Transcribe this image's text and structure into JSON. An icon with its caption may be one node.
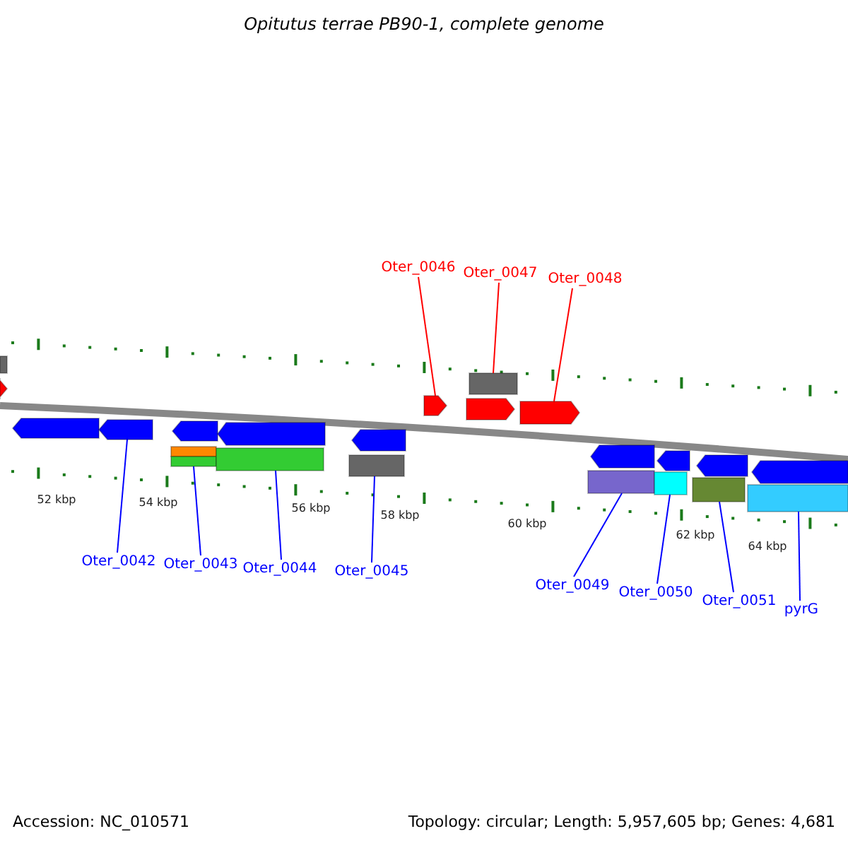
{
  "diagram": {
    "title": "Opitutus terrae PB90-1, complete genome",
    "nodes": [
      {
        "text": [
          "Oter_0042"
        ]
      },
      {
        "text": [
          "Oter_0043"
        ]
      },
      {
        "text": [
          "Oter_0044"
        ]
      },
      {
        "text": [
          "Oter_0045"
        ]
      },
      {
        "text": [
          "Oter_0046"
        ]
      },
      {
        "text": [
          "Oter_0047"
        ]
      },
      {
        "text": [
          "Oter_0048"
        ]
      },
      {
        "text": [
          "Oter_0049"
        ]
      },
      {
        "text": [
          "Oter_0050"
        ]
      },
      {
        "text": [
          "Oter_0051"
        ]
      },
      {
        "text": [
          "pyrG"
        ]
      },
      {
        "text": [],
        "shape": "bar"
      },
      {
        "text": [],
        "shape": "arrow"
      },
      {
        "text": [],
        "shape": "arrow"
      },
      {
        "text": [],
        "shape": "arrow"
      },
      {
        "text": [],
        "shape": "bar"
      },
      {
        "text": [],
        "shape": "bar"
      },
      {
        "text": [],
        "shape": "arrow"
      },
      {
        "text": [],
        "shape": "bar"
      },
      {
        "text": [],
        "shape": "arrow"
      },
      {
        "text": [],
        "shape": "bar"
      },
      {
        "text": [],
        "shape": "arrow"
      },
      {
        "text": [],
        "shape": "arrow"
      },
      {
        "text": [],
        "shape": "arrow"
      },
      {
        "text": [],
        "shape": "bar"
      },
      {
        "text": [],
        "shape": "arrow"
      },
      {
        "text": [],
        "shape": "bar"
      },
      {
        "text": [],
        "shape": "arrow"
      },
      {
        "text": [],
        "shape": "bar"
      },
      {
        "text": [],
        "shape": "arrow"
      },
      {
        "text": [],
        "shape": "bar"
      },
      {
        "text": [],
        "shape": "arrow"
      },
      {
        "text": [],
        "shape": "bar"
      },
      {
        "text": [],
        "shape": "arrow"
      }
    ],
    "edges": [
      {
        "from": 0,
        "to": 14,
        "arrow": "none"
      },
      {
        "from": 1,
        "to": 16,
        "arrow": "none"
      },
      {
        "from": 2,
        "to": 18,
        "arrow": "none"
      },
      {
        "from": 3,
        "to": 20,
        "arrow": "none"
      },
      {
        "from": 4,
        "to": 22,
        "arrow": "none",
        "color": "#ff0000"
      },
      {
        "from": 5,
        "to": 24,
        "arrow": "none",
        "color": "#ff0000"
      },
      {
        "from": 6,
        "to": 25,
        "arrow": "none",
        "color": "#ff0000"
      },
      {
        "from": 7,
        "to": 26,
        "arrow": "none"
      },
      {
        "from": 8,
        "to": 28,
        "arrow": "none"
      },
      {
        "from": 9,
        "to": 30,
        "arrow": "none"
      },
      {
        "from": 10,
        "to": 32,
        "arrow": "none"
      }
    ],
    "labels": [
      "52 kbp",
      "54 kbp",
      "56 kbp",
      "58 kbp",
      "60 kbp",
      "62 kbp",
      "64 kbp",
      "Accession: NC_010571",
      "Topology: circular; Length: 5,957,605 bp; Genes: 4,681"
    ]
  }
}
